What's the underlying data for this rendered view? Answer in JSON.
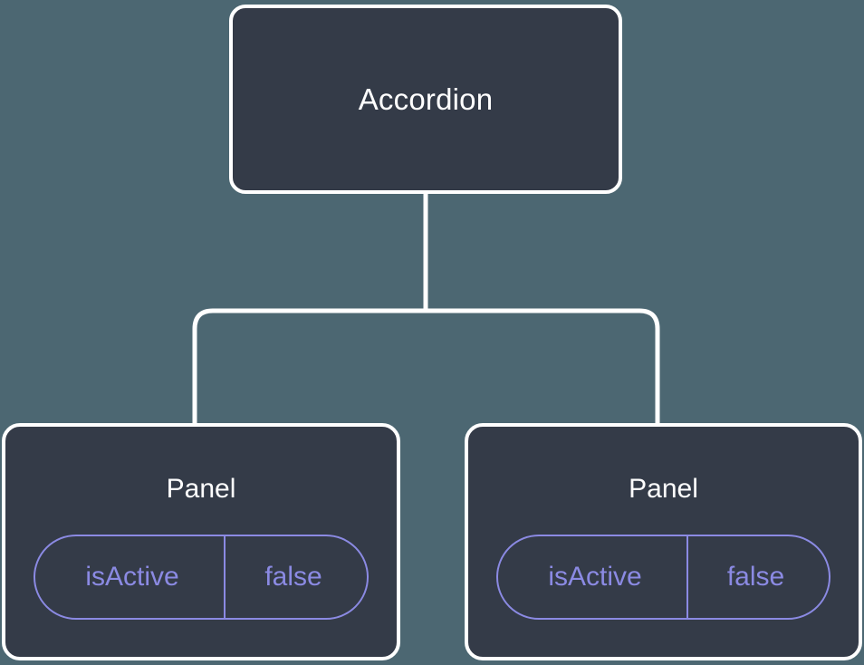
{
  "diagram": {
    "type": "component-tree",
    "background_color": "#4c6772",
    "node_fill_color": "#343b48",
    "node_border_color": "#ffffff",
    "edge_color": "#ffffff",
    "prop_accent_color": "#8b8ae3",
    "root": {
      "label": "Accordion"
    },
    "children": [
      {
        "label": "Panel",
        "props": [
          {
            "key": "isActive",
            "value": "false"
          }
        ]
      },
      {
        "label": "Panel",
        "props": [
          {
            "key": "isActive",
            "value": "false"
          }
        ]
      }
    ]
  }
}
